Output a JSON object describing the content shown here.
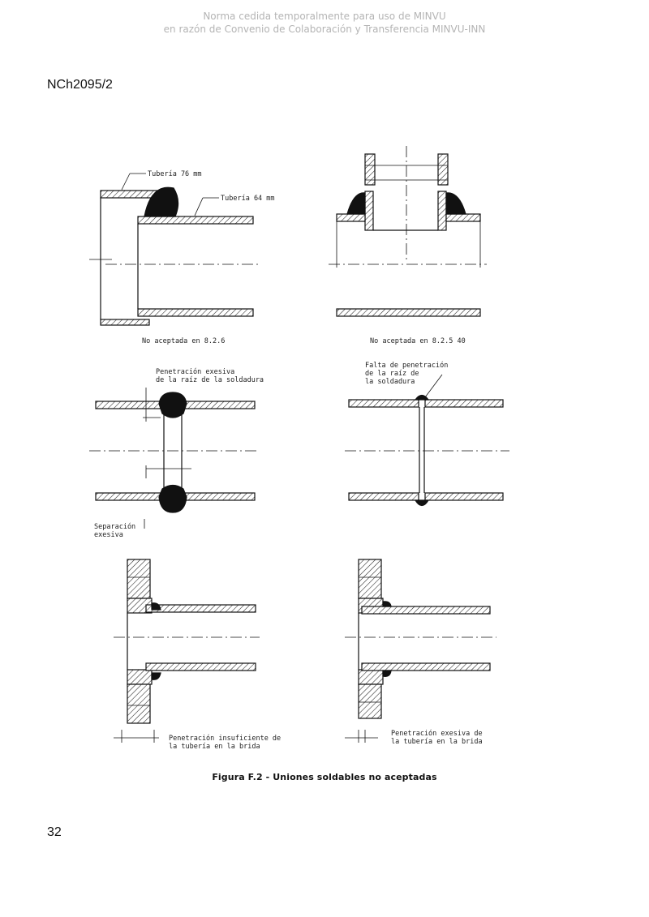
{
  "watermark": {
    "line1": "Norma cedida temporalmente para uso de MINVU",
    "line2": "en razón de Convenio de Colaboración y Transferencia MINVU-INN"
  },
  "document": {
    "code": "NCh2095/2",
    "page_number": "32"
  },
  "figure": {
    "caption": "Figura F.2 - Uniones soldables no aceptadas",
    "labels": {
      "pipe76": "Tubería 76 mm",
      "pipe64": "Tubería 64 mm",
      "not_accepted_1": "No aceptada en 8.2.6",
      "not_accepted_2": "No aceptada en 8.2.5 40",
      "excess_penetration_l1": "Penetración exesiva",
      "excess_penetration_l2": "de la raíz de la soldadura",
      "lack_penetration_l1": "Falta de penetración",
      "lack_penetration_l2": "de la raíz de",
      "lack_penetration_l3": "la soldadura",
      "excess_gap_l1": "Separación",
      "excess_gap_l2": "exesiva",
      "insufficient_pen_l1": "Penetración insuficiente de",
      "insufficient_pen_l2": "la tubería en la brida",
      "excess_pipe_pen_l1": "Penetración exesiva de",
      "excess_pipe_pen_l2": "la tubería en la brida"
    }
  }
}
